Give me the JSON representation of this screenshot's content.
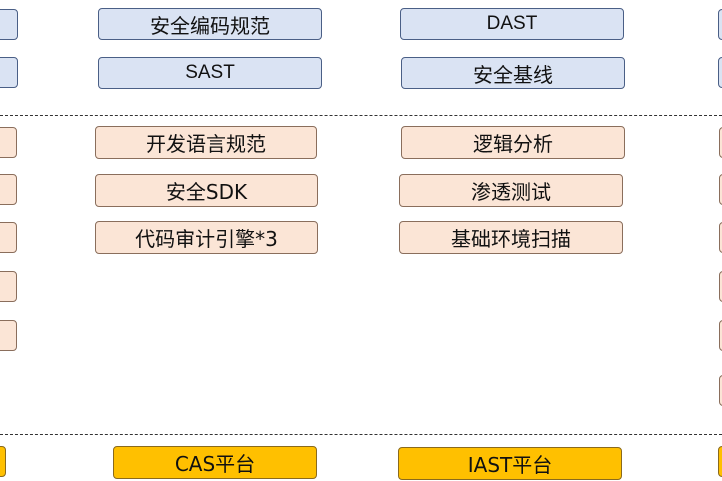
{
  "tiers": {
    "top": {
      "col1": [
        "安全编码规范",
        "SAST"
      ],
      "col2": [
        "DAST",
        "安全基线"
      ]
    },
    "middle": {
      "col1": [
        "开发语言规范",
        "安全SDK",
        "代码审计引擎*3"
      ],
      "col2": [
        "逻辑分析",
        "渗透测试",
        "基础环境扫描"
      ]
    },
    "bottom": {
      "col1": "CAS平台",
      "col2": "IAST平台"
    }
  },
  "colors": {
    "blue_fill": "#dae3f3",
    "pink_fill": "#fbe5d6",
    "gold_fill": "#ffc000"
  }
}
